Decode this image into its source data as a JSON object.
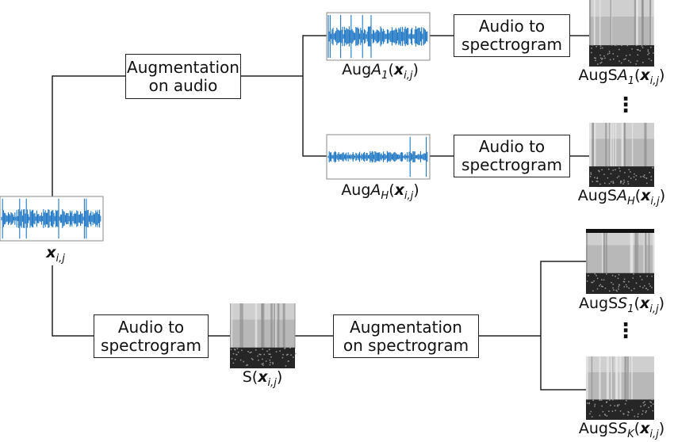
{
  "boxes": {
    "aug_audio": [
      "Augmentation",
      "on audio"
    ],
    "a2s_top": [
      "Audio to",
      "spectrogram"
    ],
    "a2s_mid": [
      "Audio to",
      "spectrogram"
    ],
    "a2s_bottom": [
      "Audio to",
      "spectrogram"
    ],
    "aug_spec": [
      "Augmentation",
      "on spectrogram"
    ]
  },
  "captions": {
    "input": {
      "var": "x",
      "sub": "i,j"
    },
    "aug_a1": {
      "prefix": "Aug",
      "op": "A",
      "opsub": "1",
      "var": "x",
      "sub": "i,j"
    },
    "aug_ah": {
      "prefix": "Aug",
      "op": "A",
      "opsub": "H",
      "var": "x",
      "sub": "i,j"
    },
    "augs_a1": {
      "prefix": "AugS",
      "op": "A",
      "opsub": "1",
      "var": "x",
      "sub": "i,j"
    },
    "augs_ah": {
      "prefix": "AugS",
      "op": "A",
      "opsub": "H",
      "var": "x",
      "sub": "i,j"
    },
    "s": {
      "prefix": "S",
      "op": "",
      "opsub": "",
      "var": "x",
      "sub": "i,j"
    },
    "augs_s1": {
      "prefix": "AugS",
      "op": "S",
      "opsub": "1",
      "var": "x",
      "sub": "i,j"
    },
    "augs_sk": {
      "prefix": "AugS",
      "op": "S",
      "opsub": "K",
      "var": "x",
      "sub": "i,j"
    }
  },
  "ellipsis": "⋮",
  "colors": {
    "waveform": "#1f77c4",
    "line": "#222222",
    "spectrogram_light": "#b8b8b8",
    "spectrogram_dark": "#262626"
  }
}
